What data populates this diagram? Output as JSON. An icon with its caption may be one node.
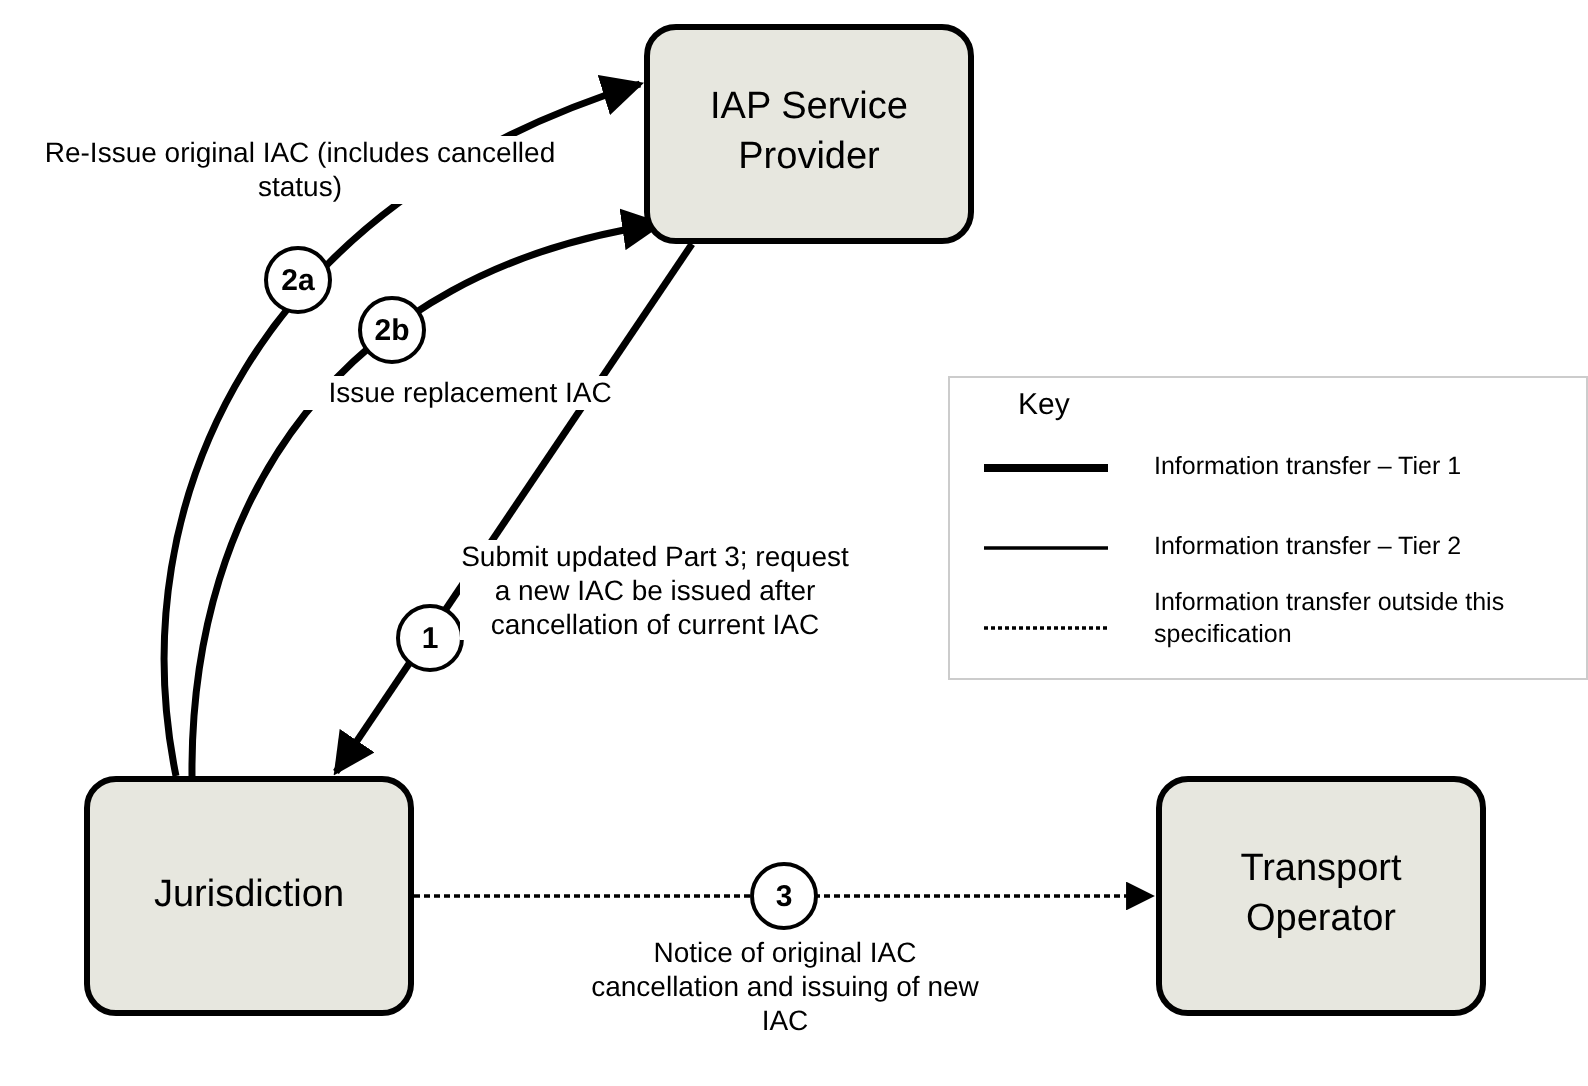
{
  "diagram": {
    "nodes": [
      {
        "text": [
          "IAP Service Provider"
        ]
      },
      {
        "text": [
          "Jurisdiction"
        ]
      },
      {
        "text": [
          "Transport Operator"
        ]
      }
    ],
    "edges": [
      {
        "from": 1,
        "to": 0,
        "arrow": "to",
        "label": "2a"
      },
      {
        "from": 1,
        "to": 0,
        "arrow": "to",
        "label": "2b"
      },
      {
        "from": 0,
        "to": 1,
        "arrow": "to",
        "label": "1"
      },
      {
        "from": 1,
        "to": 2,
        "arrow": "to",
        "label": "3",
        "style": "dashed"
      }
    ],
    "labels": [
      "Re-Issue original IAC (includes cancelled status)",
      "Issue replacement IAC",
      "Submit updated Part 3; request a new IAC be issued after cancellation of current IAC",
      "Notice of original IAC cancellation and issuing of new IAC",
      "Key"
    ],
    "legend": [
      {
        "text": "Information transfer – Tier 1"
      },
      {
        "text": "Information transfer – Tier 2"
      },
      {
        "text": "Information transfer outside this specification"
      }
    ]
  }
}
